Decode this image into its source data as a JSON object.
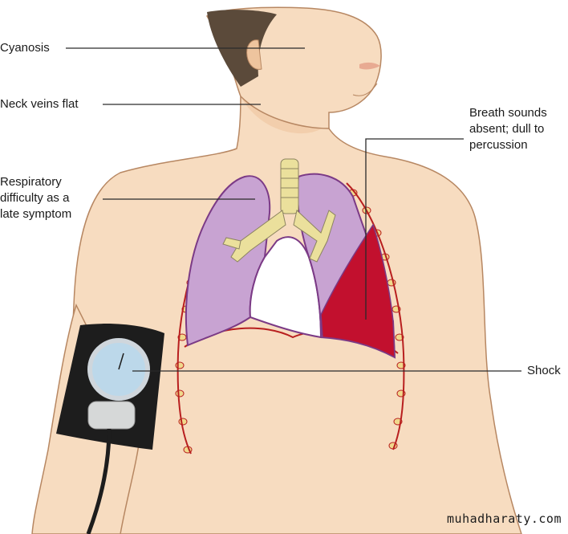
{
  "labels": {
    "cyanosis": "Cyanosis",
    "neck_veins": "Neck veins flat",
    "breath_sounds": [
      "Breath sounds",
      "absent; dull to",
      "percussion"
    ],
    "respiratory": [
      "Respiratory",
      "difficulty as a",
      "late symptom"
    ],
    "shock": "Shock"
  },
  "watermark": "muhadharaty.com",
  "colors": {
    "skin": "#f7dcc0",
    "skin_shade": "#eec49e",
    "lung": "#c8a3d2",
    "lung_outline": "#7b3a86",
    "hemothorax": "#c2102e",
    "trachea": "#ebe09c",
    "pleura": "#b81f1f",
    "rib": "#f0d98c",
    "hair": "#5b4a3a",
    "cuff": "#1d1d1d",
    "gauge": "#bcd8ea"
  }
}
